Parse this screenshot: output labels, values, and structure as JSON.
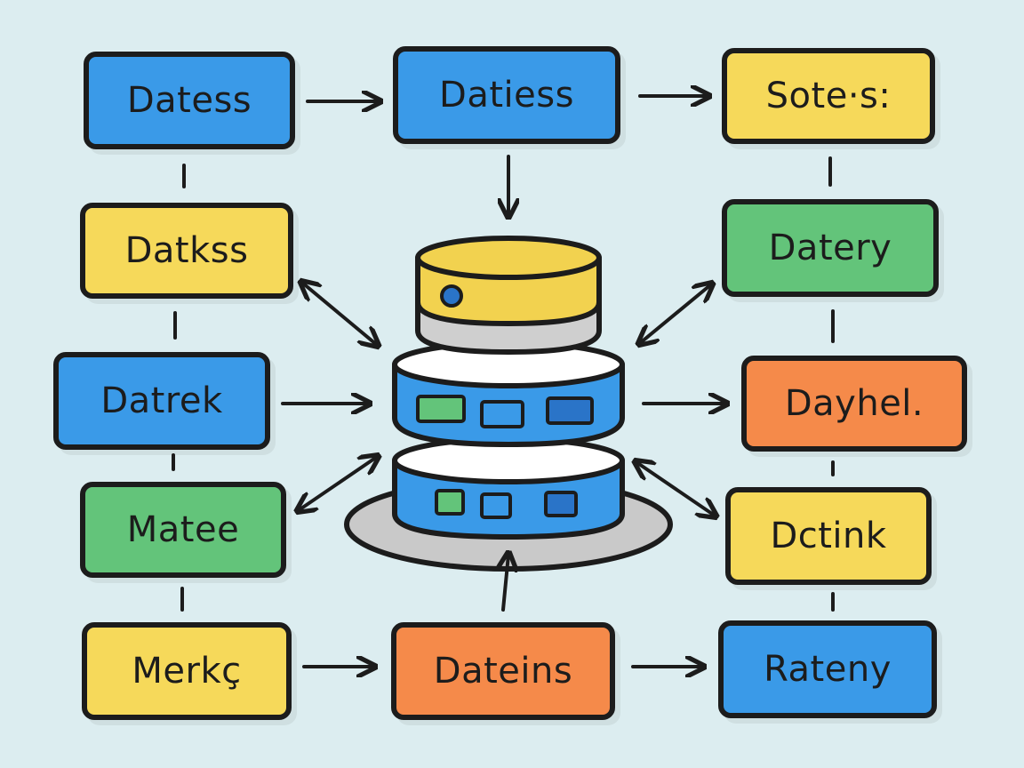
{
  "colors": {
    "background": "#dcedf0",
    "blue": "#3a9ae8",
    "yellow": "#f6d95a",
    "green": "#63c47a",
    "orange": "#f58a4a",
    "outline": "#1c1c1c",
    "cylinder_top": "#f2d24f",
    "cylinder_gray": "#cfcfcf",
    "cylinder_white": "#ffffff",
    "base_plate": "#c9c9c9"
  },
  "nodes": [
    {
      "id": "n1",
      "label": "Datess",
      "color": "blue"
    },
    {
      "id": "n2",
      "label": "Datiess",
      "color": "blue"
    },
    {
      "id": "n3",
      "label": "Sote·s:",
      "color": "yellow"
    },
    {
      "id": "n4",
      "label": "Datkss",
      "color": "yellow"
    },
    {
      "id": "n5",
      "label": "Datery",
      "color": "green"
    },
    {
      "id": "n6",
      "label": "Datrek",
      "color": "blue"
    },
    {
      "id": "n7",
      "label": "Dayhel.",
      "color": "orange"
    },
    {
      "id": "n8",
      "label": "Matee",
      "color": "green"
    },
    {
      "id": "n9",
      "label": "Dctink",
      "color": "yellow"
    },
    {
      "id": "n10",
      "label": "Merkç",
      "color": "yellow"
    },
    {
      "id": "n11",
      "label": "Dateins",
      "color": "orange"
    },
    {
      "id": "n12",
      "label": "Rateny",
      "color": "blue"
    }
  ],
  "database_icon": "database-stack-icon"
}
